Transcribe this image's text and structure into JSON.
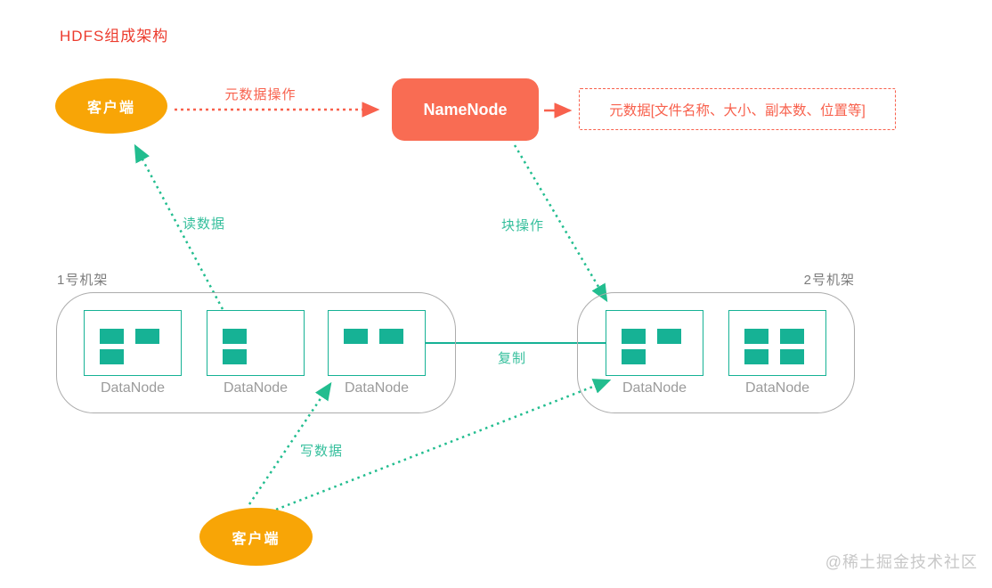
{
  "title": "HDFS组成架构",
  "watermark": "@稀土掘金技术社区",
  "colors": {
    "title_red": "#ec3b2d",
    "accent_red": "#f8614d",
    "namenode_fill": "#f96c53",
    "client_orange": "#f8a506",
    "teal": "#16b295",
    "dotted_green": "#22bd8f",
    "label_green": "#35bf9c",
    "rack_border_gray": "#acacac",
    "text_gray": "#9b9b9b",
    "watermark_gray": "#c8c8c8"
  },
  "clients": {
    "top": {
      "label": "客户端"
    },
    "bottom": {
      "label": "客户端"
    }
  },
  "namenode": {
    "label": "NameNode"
  },
  "metadata_box": {
    "label": "元数据[文件名称、大小、副本数、位置等]"
  },
  "edges": {
    "metadata_op": {
      "label": "元数据操作",
      "style": "red-dashed-arrow"
    },
    "namenode_to_metadata": {
      "label": "",
      "style": "red-solid-arrow"
    },
    "read": {
      "label": "读数据",
      "style": "green-dotted-arrow"
    },
    "block_op": {
      "label": "块操作",
      "style": "green-dotted-arrow"
    },
    "replicate": {
      "label": "复制",
      "style": "green-solid-line"
    },
    "write": {
      "label": "写数据",
      "style": "green-dotted-arrow"
    }
  },
  "racks": [
    {
      "label": "1号机架",
      "nodes": [
        {
          "label": "DataNode",
          "blocks": [
            [
              1,
              1
            ],
            [
              1,
              0
            ]
          ]
        },
        {
          "label": "DataNode",
          "blocks": [
            [
              1
            ],
            [
              1
            ]
          ]
        },
        {
          "label": "DataNode",
          "blocks": [
            [
              1,
              1
            ]
          ]
        }
      ]
    },
    {
      "label": "2号机架",
      "nodes": [
        {
          "label": "DataNode",
          "blocks": [
            [
              1,
              1
            ],
            [
              1,
              0
            ]
          ]
        },
        {
          "label": "DataNode",
          "blocks": [
            [
              1,
              1
            ],
            [
              1,
              1
            ]
          ]
        }
      ]
    }
  ]
}
